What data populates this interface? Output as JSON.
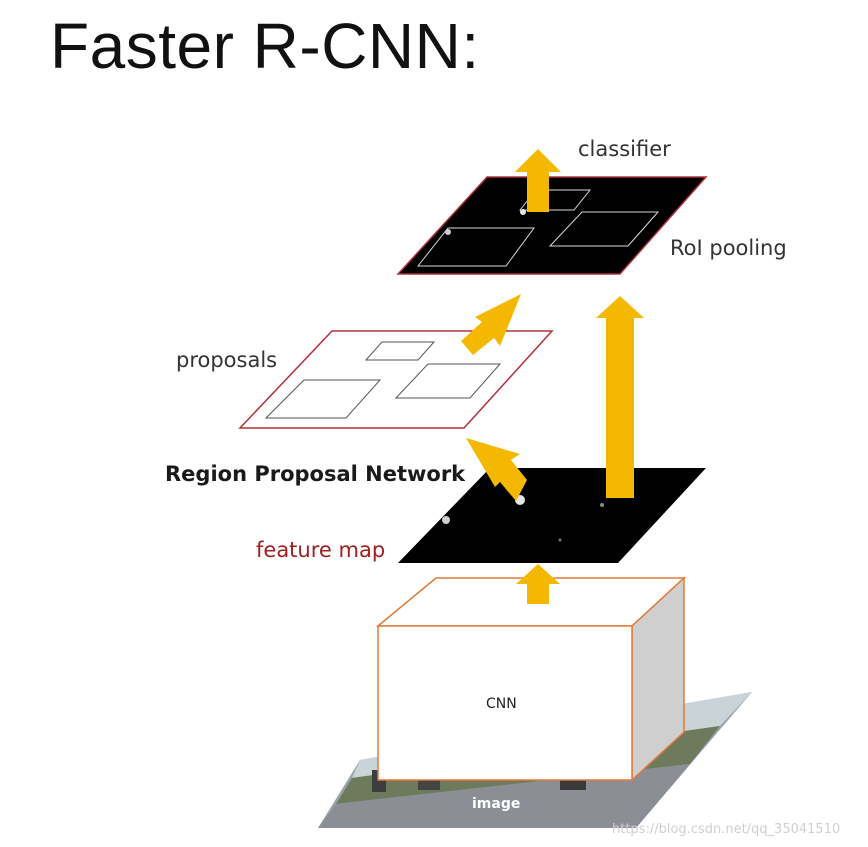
{
  "title": "Faster R-CNN:",
  "labels": {
    "classifier": "classifier",
    "roi_pooling": "RoI pooling",
    "proposals": "proposals",
    "rpn": "Region Proposal Network",
    "feature_map": "feature map",
    "cnn": "CNN",
    "image": "image"
  },
  "watermark": "https://blog.csdn.net/qq_35041510",
  "colors": {
    "arrow": "#f5b800",
    "frame": "#b0303a",
    "feature_map_label": "#a02020",
    "cnn_box_edge": "#e07a3a",
    "plane_fill": "#000000"
  }
}
